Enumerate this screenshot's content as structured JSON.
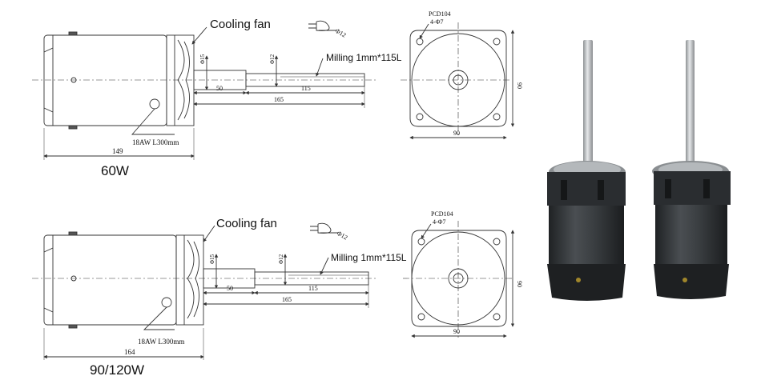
{
  "drawing_60w": {
    "caption": "60W",
    "cooling_fan_label": "Cooling fan",
    "milling_label": "Milling 1mm*115L",
    "cable_label": "18AW L300mm",
    "dim_body_length": "149",
    "dim_shaft_50": "50",
    "dim_shaft_115": "115",
    "dim_shaft_165": "165",
    "dim_shaft_diameter": "Φ15",
    "dim_shaft_diameter_small": "Φ12",
    "symbol_diameter": "Φ12",
    "pcd_label": "PCD104",
    "holes_label": "4-Φ7",
    "flange_width": "90",
    "flange_height": "90"
  },
  "drawing_90w": {
    "caption": "90/120W",
    "cooling_fan_label": "Cooling fan",
    "milling_label": "Milling 1mm*115L",
    "cable_label": "18AW L300mm",
    "dim_body_length": "164",
    "dim_shaft_50": "50",
    "dim_shaft_115": "115",
    "dim_shaft_165": "165",
    "dim_shaft_diameter": "Φ15",
    "dim_shaft_diameter_small": "Φ12",
    "symbol_diameter": "Φ12",
    "pcd_label": "PCD104",
    "holes_label": "4-Φ7",
    "flange_width": "90",
    "flange_height": "90"
  },
  "colors": {
    "line": "#333333",
    "motor_body": "#3a3d40",
    "motor_body_dark": "#25282b",
    "shaft": "#b9bdc0",
    "flange_top": "#9a9ea1"
  }
}
